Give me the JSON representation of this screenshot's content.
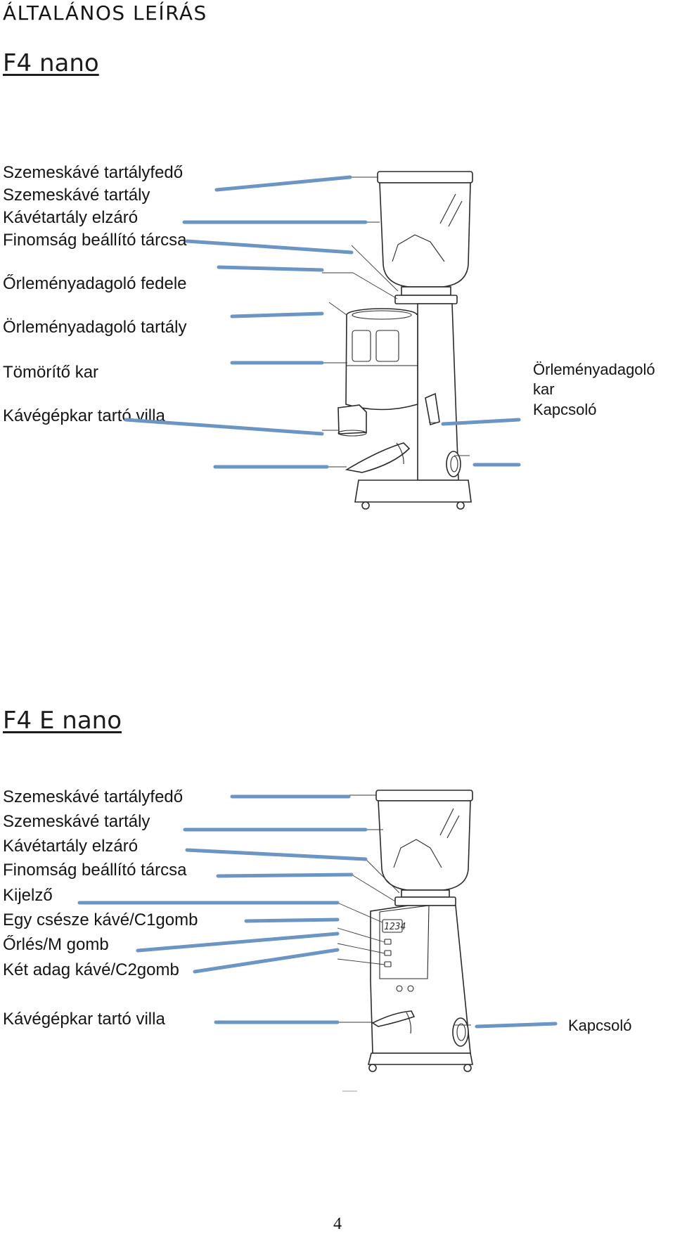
{
  "page": {
    "heading": "ÁLTALÁNOS LEÍRÁS",
    "page_number": "4"
  },
  "colors": {
    "leader_line": "#6a95c4",
    "drawing_stroke": "#2a2a2a",
    "text": "#151515"
  },
  "model1": {
    "title": "F4 nano",
    "labels": [
      "Szemeskávé tartályfedő",
      "Szemeskávé tartály",
      "Kávétartály elzáró",
      "Finomság beállító tárcsa",
      "Őrleményadagoló fedele",
      "Örleményadagoló tartály",
      "Tömörítő kar",
      "Kávégépkar tartó villa"
    ],
    "right_labels": {
      "dispenser_lever_line1": "Örleményadagoló",
      "dispenser_lever_line2": "kar",
      "switch": "Kapcsoló"
    }
  },
  "model2": {
    "title": "F4 E nano",
    "labels": [
      "Szemeskávé tartályfedő",
      "Szemeskávé tartály",
      "Kávétartály elzáró",
      "Finomság beállító tárcsa",
      "Kijelző",
      "Egy csésze kávé/C1gomb",
      "Őrlés/M gomb",
      "Két adag kávé/C2gomb",
      "Kávégépkar tartó villa"
    ],
    "right_labels": {
      "switch": "Kapcsoló"
    },
    "display_readout": "1234"
  }
}
